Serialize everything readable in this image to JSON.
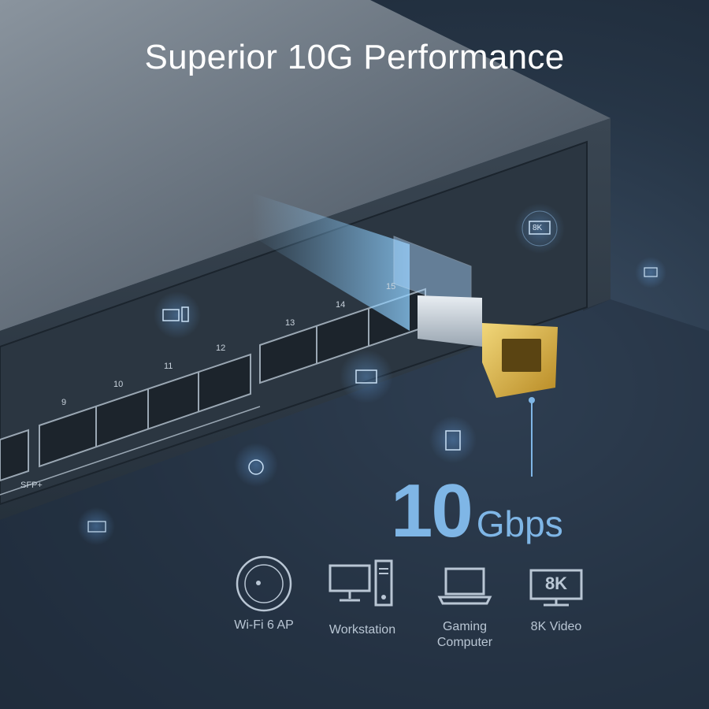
{
  "headline": "Superior 10G Performance",
  "speed": {
    "value": "10",
    "unit": "Gbps"
  },
  "ports": {
    "numbers": [
      "9",
      "10",
      "11",
      "12",
      "13",
      "14",
      "15"
    ],
    "group_label": "SFP+"
  },
  "devices": [
    {
      "icon": "access-point-icon",
      "label": "Wi-Fi 6 AP"
    },
    {
      "icon": "workstation-icon",
      "label": "Workstation"
    },
    {
      "icon": "laptop-icon",
      "label": "Gaming\nComputer"
    },
    {
      "icon": "monitor-8k-icon",
      "label": "8K Video",
      "screen_text": "8K"
    }
  ],
  "floating_badge_text": "8K",
  "colors": {
    "background": "#263546",
    "accent_blue": "#7fb6e6",
    "switch_body": "#4b5866",
    "module_gold": "#d8b24a"
  }
}
